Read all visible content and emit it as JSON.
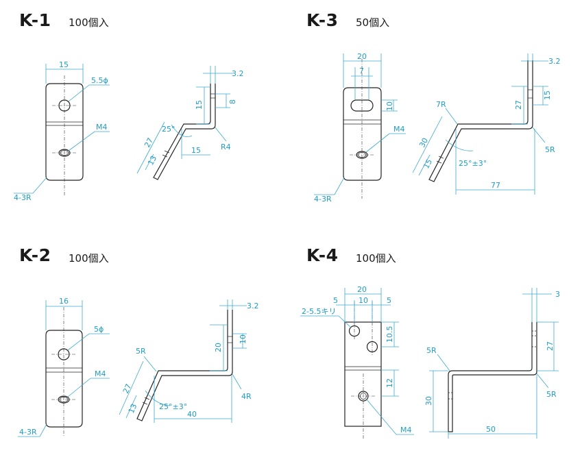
{
  "parts": [
    {
      "id": "K-1",
      "quantity": "100個入",
      "labels": {
        "width": "15",
        "hole": "5.5ϕ",
        "tap": "M4",
        "corner": "4-3R",
        "thick": "3.2",
        "upper_len": "15",
        "upper_hole": "8",
        "angle": "25°",
        "arm_len": "27",
        "arm_hole": "13",
        "base_len": "15",
        "bend_r": "R4"
      }
    },
    {
      "id": "K-2",
      "quantity": "100個入",
      "labels": {
        "width": "16",
        "hole": "5ϕ",
        "tap": "M4",
        "corner": "4-3R",
        "thick": "3.2",
        "upper_len": "20",
        "upper_hole": "10",
        "bend_r1": "5R",
        "angle": "25°±3°",
        "arm_len": "27",
        "arm_hole": "13",
        "base_len": "40",
        "bend_r2": "4R"
      }
    },
    {
      "id": "K-3",
      "quantity": "50個入",
      "labels": {
        "width": "20",
        "slot_w": "7",
        "slot_len": "10",
        "tap": "M4",
        "corner": "4-3R",
        "thick": "3.2",
        "upper_len": "27",
        "upper_hole": "15",
        "bend_r1": "7R",
        "arm_len": "30",
        "arm_hole": "15",
        "angle": "25°±3°",
        "base_len": "77",
        "bend_r2": "5R"
      }
    },
    {
      "id": "K-4",
      "quantity": "100個入",
      "labels": {
        "width": "20",
        "edge_l": "5",
        "pitch": "10",
        "edge_r": "5",
        "holes": "2-5.5キリ",
        "hole_pitch": "10.5",
        "tap_pos": "12",
        "tap": "M4",
        "thick": "3",
        "upper_len": "27",
        "bend_r1": "5R",
        "side_len": "30",
        "base_len": "50",
        "bend_r2": "5R"
      }
    }
  ]
}
